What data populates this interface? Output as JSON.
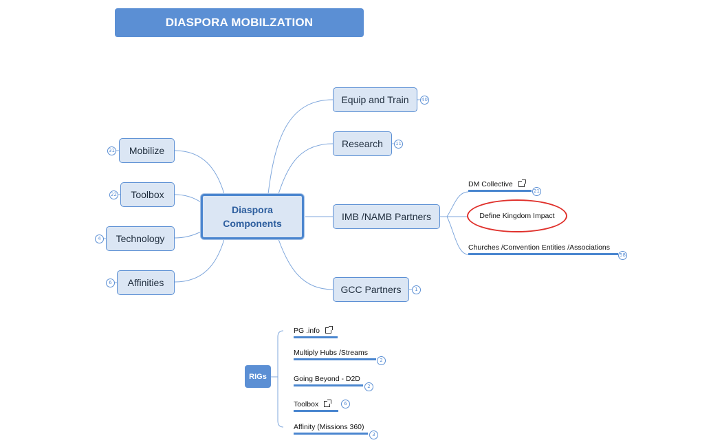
{
  "title": "DIASPORA MOBILZATION",
  "central_topic": {
    "line1": "Diaspora",
    "line2": "Components"
  },
  "left_topics": [
    {
      "label": "Mobilize",
      "count": "31"
    },
    {
      "label": "Toolbox",
      "count": "22"
    },
    {
      "label": "Technology",
      "count": "4"
    },
    {
      "label": "Affinities",
      "count": "6"
    }
  ],
  "right_topics": [
    {
      "label": "Equip and Train",
      "count": "40"
    },
    {
      "label": "Research",
      "count": "11"
    },
    {
      "label": "IMB /NAMB Partners"
    },
    {
      "label": "GCC Partners",
      "count": "1"
    }
  ],
  "partner_subtopics": [
    {
      "label": "DM Collective",
      "count": "21",
      "icon": "external-link-icon"
    },
    {
      "label": "Define Kingdom Impact",
      "highlighted": true
    },
    {
      "label": "Churches /Convention Entities /Associations",
      "count": "58"
    }
  ],
  "rigs": {
    "label": "RIGs",
    "items": [
      {
        "label": "PG .info",
        "icon": "external-link-icon"
      },
      {
        "label": "Multiply Hubs /Streams",
        "count": "2"
      },
      {
        "label": "Going Beyond - D2D",
        "count": "2"
      },
      {
        "label": "Toolbox",
        "count": "6",
        "icon": "external-link-icon"
      },
      {
        "label": "Affinity (Missions 360)",
        "count": "3"
      }
    ]
  },
  "colors": {
    "accent": "#5b8fd4",
    "topic_fill": "#dbe6f4",
    "connector": "#7fa7dc",
    "highlight_ring": "#e0322d"
  }
}
